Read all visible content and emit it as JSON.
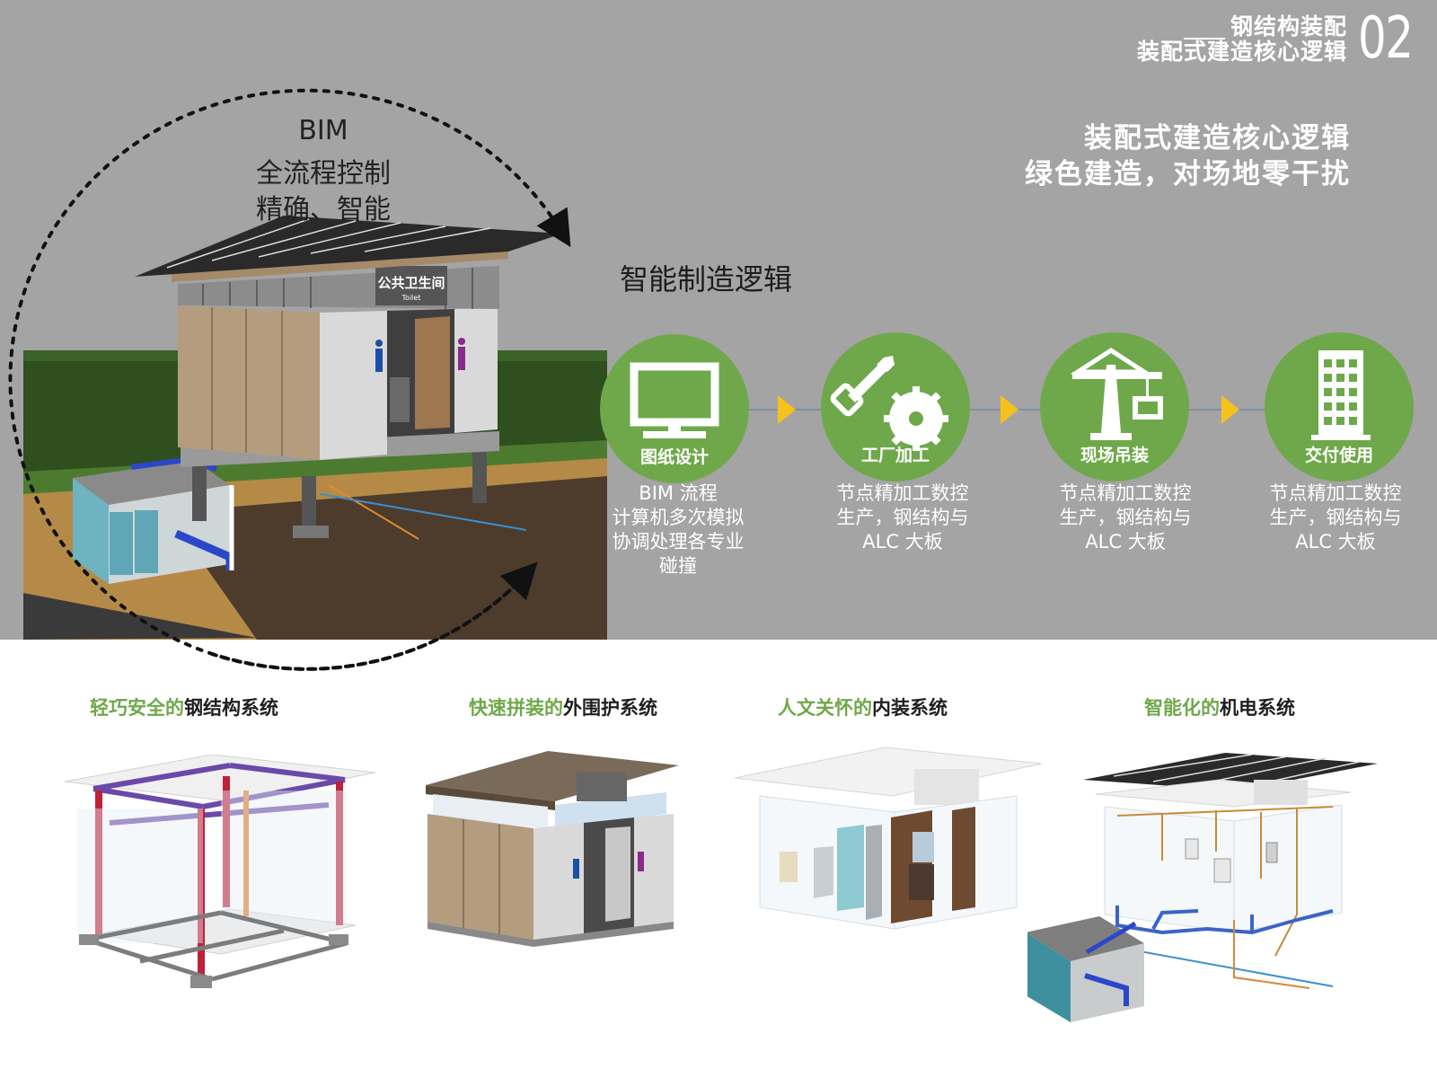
{
  "header": {
    "line1": "钢结构装配",
    "line2": "装配式建造核心逻辑",
    "number": "02"
  },
  "slogan": {
    "line1": "装配式建造核心逻辑",
    "line2": "绿色建造，对场地零干扰"
  },
  "bim": {
    "line1": "BIM",
    "line2": "全流程控制",
    "line3": "精确、智能"
  },
  "hero": {
    "sign_text": "公共卫生间",
    "sign_sub": "Toilet"
  },
  "flow": {
    "title": "智能制造逻辑",
    "steps": [
      {
        "label": "图纸设计",
        "icon": "monitor-icon",
        "desc": [
          "BIM 流程",
          "计算机多次模拟",
          "协调处理各专业",
          "碰撞"
        ]
      },
      {
        "label": "工厂加工",
        "icon": "saw-icon",
        "desc": [
          "节点精加工数控",
          "生产，钢结构与",
          "ALC 大板"
        ]
      },
      {
        "label": "现场吊装",
        "icon": "crane-icon",
        "desc": [
          "节点精加工数控",
          "生产，钢结构与",
          "ALC 大板"
        ]
      },
      {
        "label": "交付使用",
        "icon": "building-icon",
        "desc": [
          "节点精加工数控",
          "生产，钢结构与",
          "ALC 大板"
        ]
      }
    ]
  },
  "systems": [
    {
      "accent": "轻巧安全的",
      "rest": "钢结构系统"
    },
    {
      "accent": "快速拼装的",
      "rest": "外围护系统"
    },
    {
      "accent": "人文关怀的",
      "rest": "内装系统"
    },
    {
      "accent": "智能化的",
      "rest": "机电系统"
    }
  ],
  "colors": {
    "band": "#a4a4a4",
    "accent_green": "#6fa84a",
    "arrow_yellow": "#f4c21b"
  }
}
